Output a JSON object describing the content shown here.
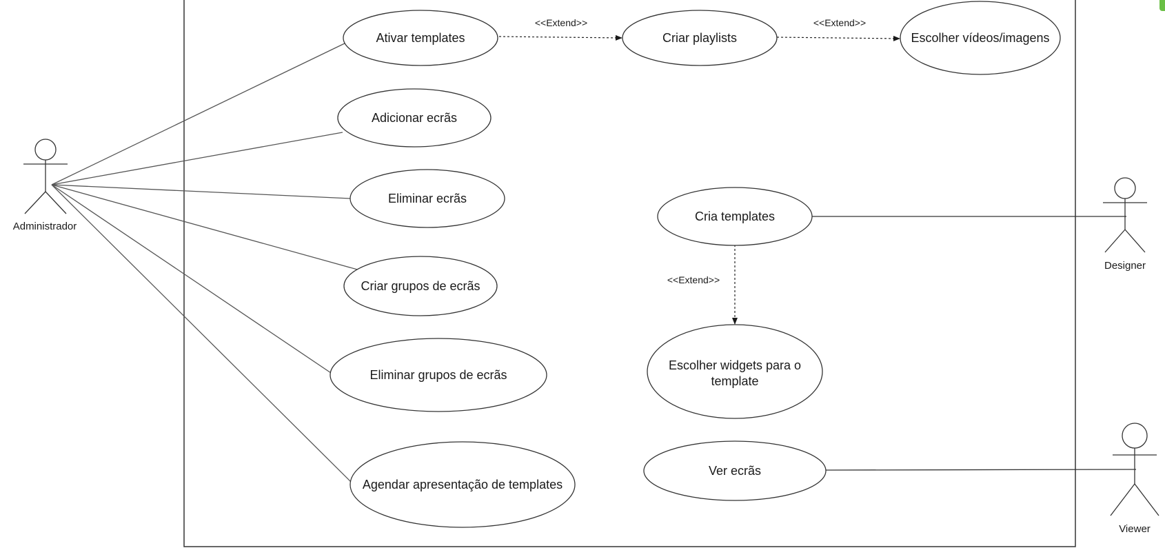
{
  "colors": {
    "stroke": "#333333",
    "text": "#1a1a1a",
    "accent": "#6abf45"
  },
  "actors": {
    "administrador": "Administrador",
    "designer": "Designer",
    "viewer": "Viewer"
  },
  "use_cases": {
    "ativar_templates": "Ativar templates",
    "criar_playlists": "Criar playlists",
    "escolher_videos": "Escolher vídeos/imagens",
    "adicionar_ecras": "Adicionar ecrãs",
    "eliminar_ecras": "Eliminar ecrãs",
    "cria_templates": "Cria templates",
    "criar_grupos": "Criar grupos de ecrãs",
    "eliminar_grupos": "Eliminar grupos de ecrãs",
    "escolher_widgets_l1": "Escolher widgets para o",
    "escolher_widgets_l2": "template",
    "agendar": "Agendar apresentação de templates",
    "ver_ecras": "Ver ecrãs"
  },
  "relations": {
    "extend_1": "<<Extend>>",
    "extend_2": "<<Extend>>",
    "extend_3": "<<Extend>>"
  }
}
